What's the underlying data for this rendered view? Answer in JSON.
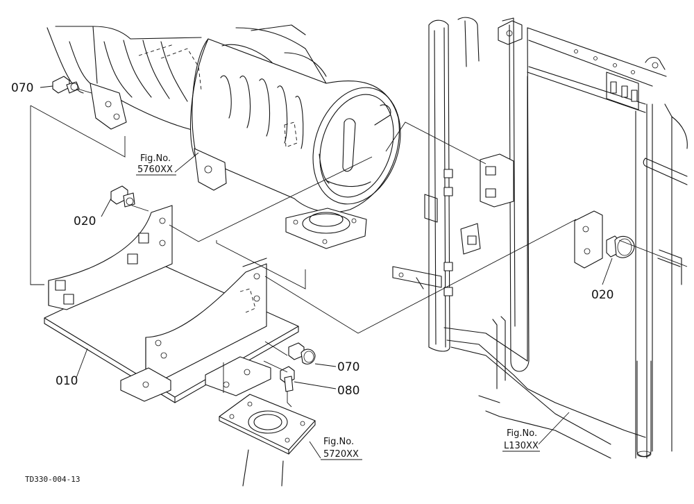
{
  "diagram_code": "TD330-004-13",
  "callouts": {
    "top_left": "070",
    "left": "020",
    "right": "020",
    "bracket": "010",
    "bolt_lower": "070",
    "bolt_bottom": "080"
  },
  "figure_refs": {
    "muffler": {
      "label": "Fig.No.",
      "number": "5760XX"
    },
    "flange": {
      "label": "Fig.No.",
      "number": "5720XX"
    },
    "frame": {
      "label": "Fig.No.",
      "number": "L130XX"
    }
  }
}
